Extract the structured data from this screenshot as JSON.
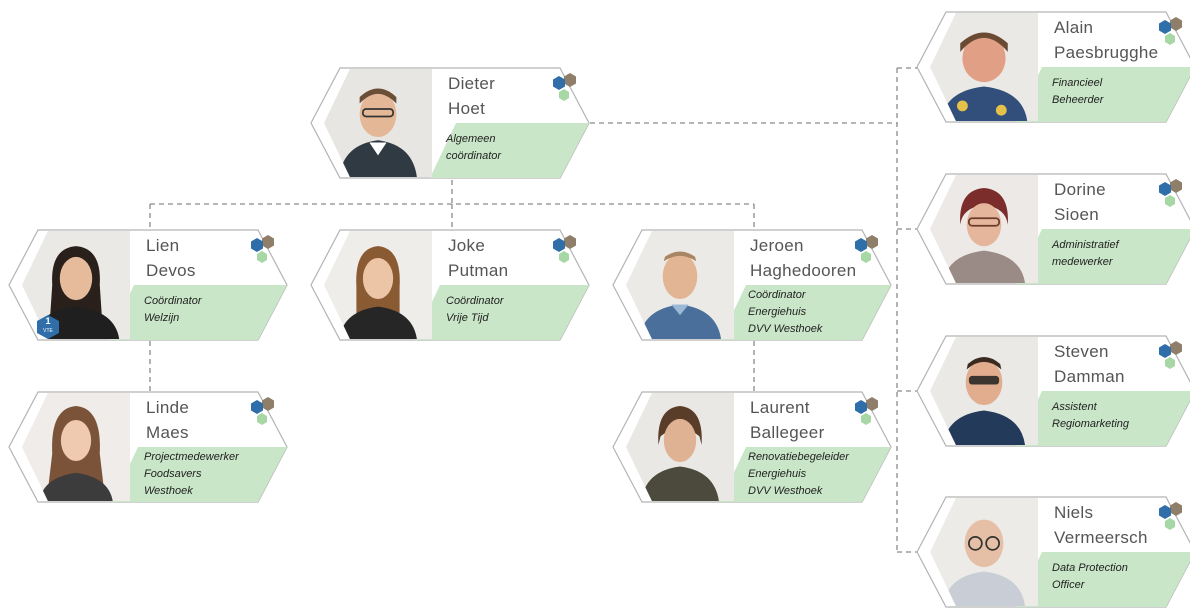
{
  "people": {
    "dieter": {
      "first": "Dieter",
      "last": "Hoet",
      "role": [
        "Algemeen",
        "coördinator"
      ]
    },
    "lien": {
      "first": "Lien",
      "last": "Devos",
      "role": [
        "Coördinator",
        "Welzijn"
      ],
      "badge": {
        "number": "1",
        "label": "VTE"
      }
    },
    "joke": {
      "first": "Joke",
      "last": "Putman",
      "role": [
        "Coördinator",
        "Vrije Tijd"
      ]
    },
    "jeroen": {
      "first": "Jeroen",
      "last": "Haghedooren",
      "role": [
        "Coördinator",
        "Energiehuis",
        "DVV Westhoek"
      ]
    },
    "linde": {
      "first": "Linde",
      "last": "Maes",
      "role": [
        "Projectmedewerker",
        "Foodsavers",
        "Westhoek"
      ]
    },
    "laurent": {
      "first": "Laurent",
      "last": "Ballegeer",
      "role": [
        "Renovatiebegeleider",
        "Energiehuis",
        "DVV Westhoek"
      ]
    },
    "alain": {
      "first": "Alain",
      "last": "Paesbrugghe",
      "role": [
        "Financieel",
        "Beheerder"
      ]
    },
    "dorine": {
      "first": "Dorine",
      "last": "Sioen",
      "role": [
        "Administratief",
        "medewerker"
      ]
    },
    "steven": {
      "first": "Steven",
      "last": "Damman",
      "role": [
        "Assistent",
        "Regiomarketing"
      ]
    },
    "niels": {
      "first": "Niels",
      "last": "Vermeersch",
      "role": [
        "Data Protection",
        "Officer"
      ]
    }
  },
  "colors": {
    "role_band": "#c9e6c8",
    "outline": "#b3b3b3",
    "connector": "#8a8a8a",
    "hex_blue": "#2f6ea8",
    "hex_brown": "#8f7e69",
    "hex_green": "#a8d7a6",
    "badge": "#2f6ea8"
  },
  "icons": {
    "card_logo": "hexagon-cluster-icon",
    "photo": "person-photo"
  }
}
